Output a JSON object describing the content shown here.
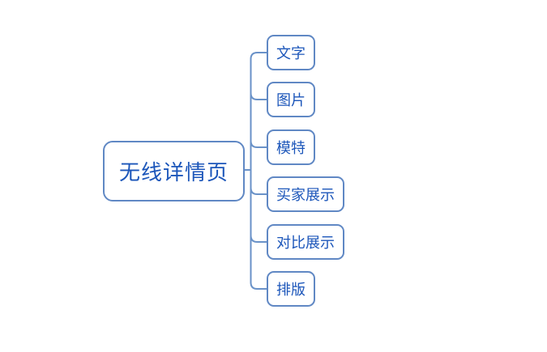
{
  "diagram": {
    "type": "mindmap",
    "root": {
      "label": "无线详情页"
    },
    "children": [
      {
        "label": "文字"
      },
      {
        "label": "图片"
      },
      {
        "label": "模特"
      },
      {
        "label": "买家展示"
      },
      {
        "label": "对比展示"
      },
      {
        "label": "排版"
      }
    ],
    "colors": {
      "line": "#6a92c8",
      "border": "#6088c4",
      "text": "#1c56ba",
      "background": "#ffffff"
    }
  }
}
